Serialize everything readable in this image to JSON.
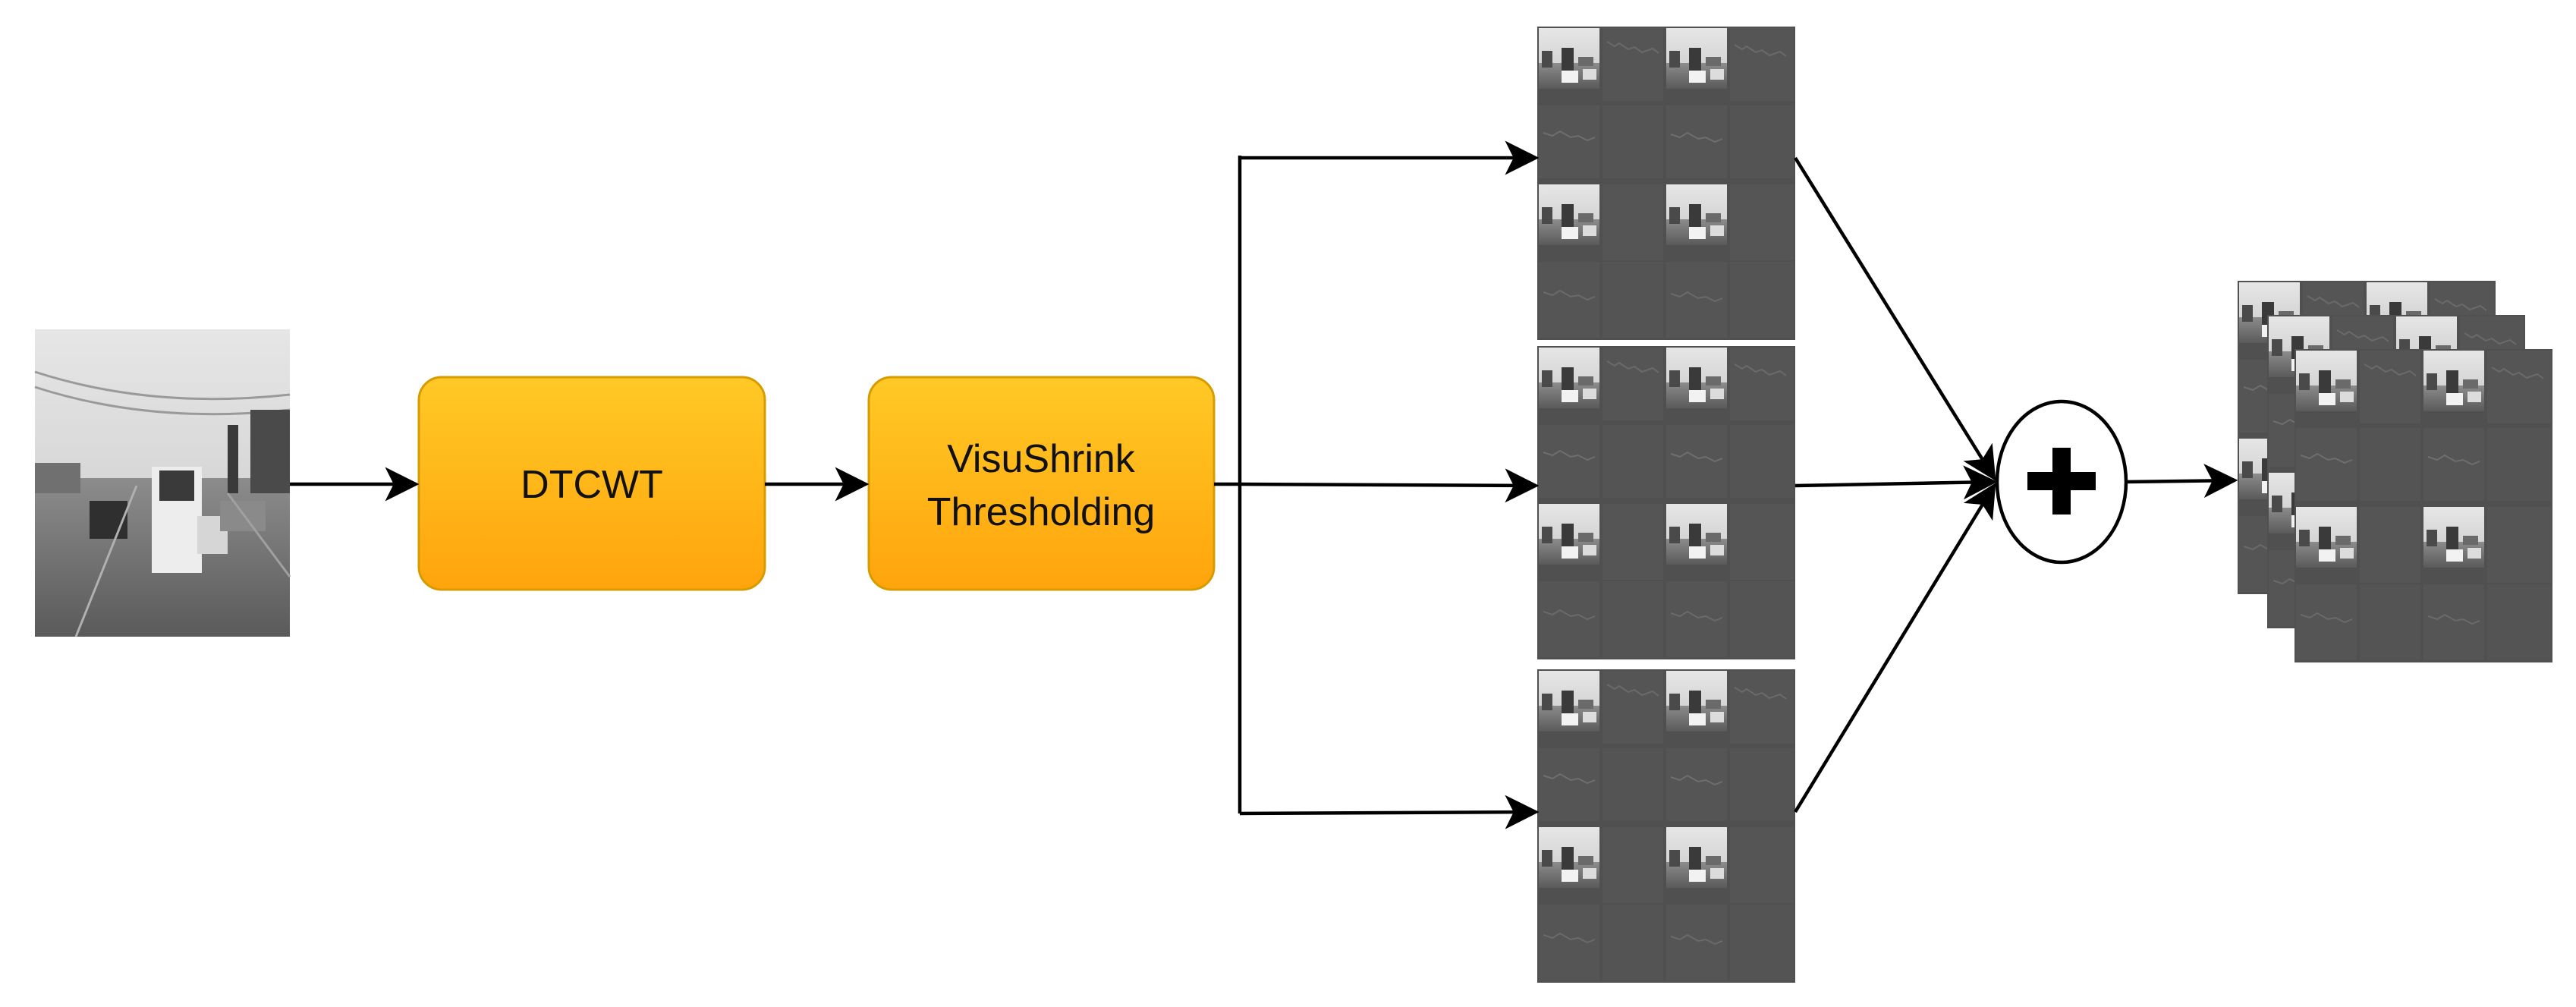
{
  "nodes": {
    "input_image": {
      "kind": "grayscale road-scene photo"
    },
    "dtcwt": {
      "label": "DTCWT"
    },
    "visushrink": {
      "label_line1": "VisuShrink",
      "label_line2": "Thresholding"
    },
    "subband_images": {
      "count": 3,
      "kind": "wavelet sub-band grid"
    },
    "sum": {
      "symbol": "+"
    },
    "output_images": {
      "count": 3,
      "kind": "stacked sub-band grids"
    }
  },
  "colors": {
    "box_fill_top": "#FFC926",
    "box_fill_bottom": "#FFA40C",
    "box_border": "#D79B00",
    "subband_bg": "#505050",
    "edge": "#000000"
  }
}
